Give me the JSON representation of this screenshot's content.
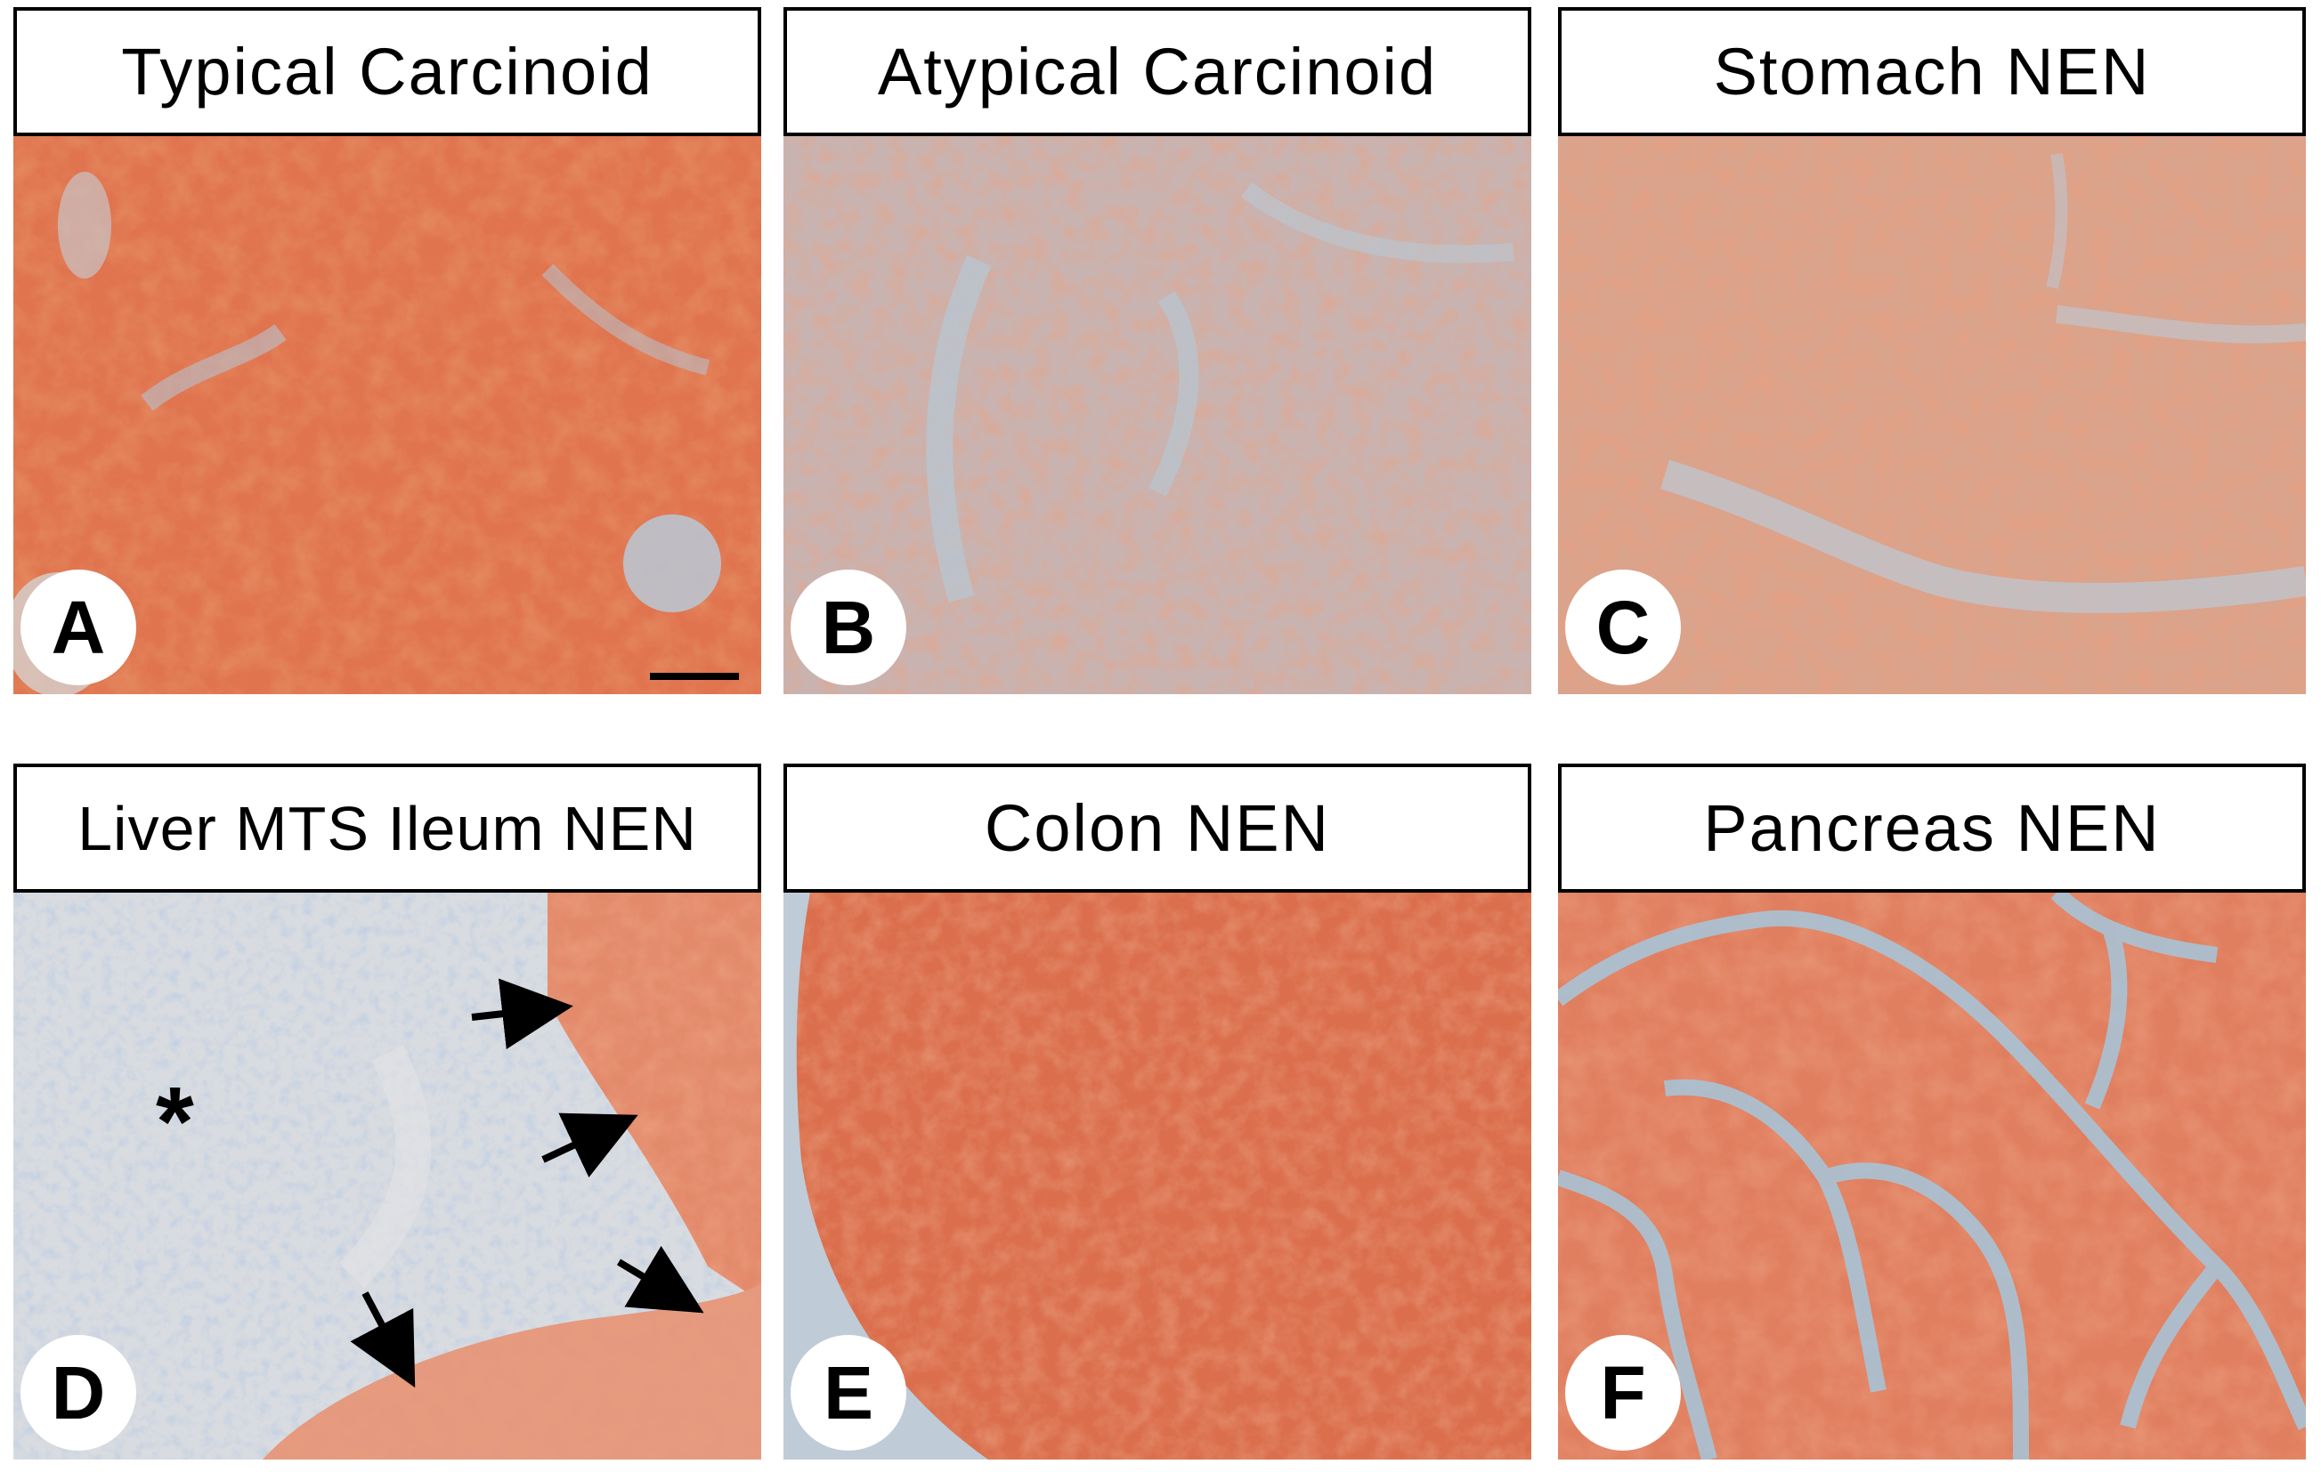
{
  "panels": [
    {
      "id": "A",
      "title": "Typical Carcinoid",
      "letter": "A",
      "stain": "strong",
      "colors": {
        "base": "#e0744f",
        "accent": "#c8431f",
        "pale": "#d6b7ab"
      }
    },
    {
      "id": "B",
      "title": "Atypical Carcinoid",
      "letter": "B",
      "stain": "moderate",
      "colors": {
        "base": "#cfa08f",
        "accent": "#c66a48",
        "pale": "#c2cbd6"
      }
    },
    {
      "id": "C",
      "title": "Stomach NEN",
      "letter": "C",
      "stain": "moderate",
      "colors": {
        "base": "#d69478",
        "accent": "#cc5f3d",
        "pale": "#d0c6c6"
      }
    },
    {
      "id": "D",
      "title": "Liver MTS Ileum NEN",
      "letter": "D",
      "stain": "partial",
      "colors": {
        "base": "#d3d8de",
        "accent": "#de7d5c",
        "pale": "#9db2cc"
      },
      "asterisk": "*"
    },
    {
      "id": "E",
      "title": "Colon NEN",
      "letter": "E",
      "stain": "strong",
      "colors": {
        "base": "#db6f4d",
        "accent": "#c9452a",
        "pale": "#b7c6d4"
      }
    },
    {
      "id": "F",
      "title": "Pancreas NEN",
      "letter": "F",
      "stain": "strong",
      "colors": {
        "base": "#e07f5f",
        "accent": "#cf4f2d",
        "pale": "#a7c2d4"
      }
    }
  ],
  "scale_bar": {
    "color": "#000000"
  },
  "arrow_color": "#000000"
}
